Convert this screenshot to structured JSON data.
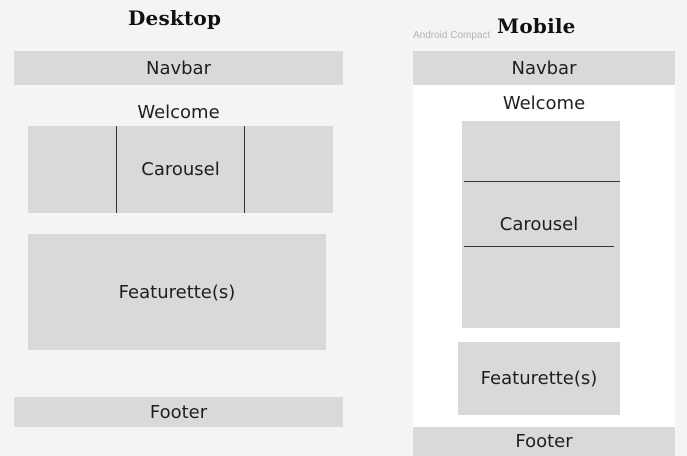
{
  "desktop": {
    "heading": "Desktop",
    "navbar": "Navbar",
    "welcome": "Welcome",
    "carousel": "Carousel",
    "featurette": "Featurette(s)",
    "footer": "Footer"
  },
  "mobile": {
    "frame_label": "Android Compact",
    "heading": "Mobile",
    "navbar": "Navbar",
    "welcome": "Welcome",
    "carousel": "Carousel",
    "featurette": "Featurette(s)",
    "footer": "Footer"
  },
  "colors": {
    "background": "#f4f4f4",
    "frame": "#ffffff",
    "block": "#d9d9d9",
    "text": "#1e1e1e",
    "frame_label": "#b3b3b3"
  }
}
